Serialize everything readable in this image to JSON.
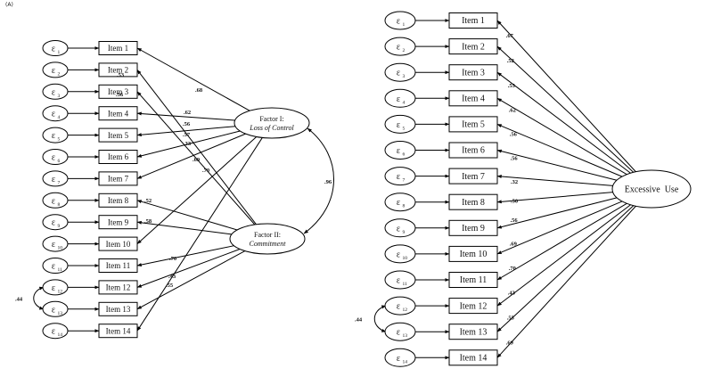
{
  "panel_label": "(A)",
  "left": {
    "items": [
      "Item 1",
      "Item 2",
      "Item 3",
      "Item 4",
      "Item 5",
      "Item 6",
      "Item 7",
      "Item 8",
      "Item 9",
      "Item 10",
      "Item 11",
      "Item 12",
      "Item 13",
      "Item 14"
    ],
    "error_symbol": "ε",
    "error_subscripts": [
      "1",
      "2",
      "3",
      "4",
      "5",
      "6",
      "7",
      "8",
      "9",
      "10",
      "11",
      "12",
      "13",
      "14"
    ],
    "factors": [
      {
        "name": "Factor I:",
        "subtitle": "Loss of Control"
      },
      {
        "name": "Factor II:",
        "subtitle": "Commitment"
      }
    ],
    "loadings": [
      {
        "item": 1,
        "factor": 1,
        "value": ".68"
      },
      {
        "item": 2,
        "factor": 2,
        "value": ".53"
      },
      {
        "item": 3,
        "factor": 2,
        "value": ".56"
      },
      {
        "item": 4,
        "factor": 1,
        "value": ".62"
      },
      {
        "item": 5,
        "factor": 1,
        "value": ".56"
      },
      {
        "item": 6,
        "factor": 1,
        "value": ".57"
      },
      {
        "item": 7,
        "factor": 1,
        "value": ".33"
      },
      {
        "item": 8,
        "factor": 2,
        "value": ".52"
      },
      {
        "item": 9,
        "factor": 2,
        "value": ".58"
      },
      {
        "item": 10,
        "factor": 1,
        "value": ".69"
      },
      {
        "item": 11,
        "factor": 2,
        "value": ".70"
      },
      {
        "item": 12,
        "factor": 2,
        "value": ".43"
      },
      {
        "item": 13,
        "factor": 2,
        "value": ".55"
      },
      {
        "item": 14,
        "factor": 1,
        "value": ".70"
      }
    ],
    "factor_correlation": ".96",
    "error_covariance": {
      "between": [
        12,
        13
      ],
      "value": ".44"
    }
  },
  "right": {
    "items": [
      "Item 1",
      "Item 2",
      "Item 3",
      "Item 4",
      "Item 5",
      "Item 6",
      "Item 7",
      "Item 8",
      "Item 9",
      "Item 10",
      "Item 11",
      "Item 12",
      "Item 13",
      "Item 14"
    ],
    "error_symbol": "ε",
    "error_subscripts": [
      "1",
      "2",
      "3",
      "4",
      "5",
      "6",
      "7",
      "8",
      "9",
      "10",
      "11",
      "12",
      "13",
      "14"
    ],
    "factor": "Excessive  Use",
    "loadings": [
      ".67",
      ".52",
      ".55",
      ".62",
      ".56",
      ".56",
      ".32",
      ".50",
      ".56",
      ".69",
      ".70",
      ".43",
      ".55",
      ".69"
    ],
    "error_covariance": {
      "between": [
        12,
        13
      ],
      "value": ".44"
    }
  }
}
